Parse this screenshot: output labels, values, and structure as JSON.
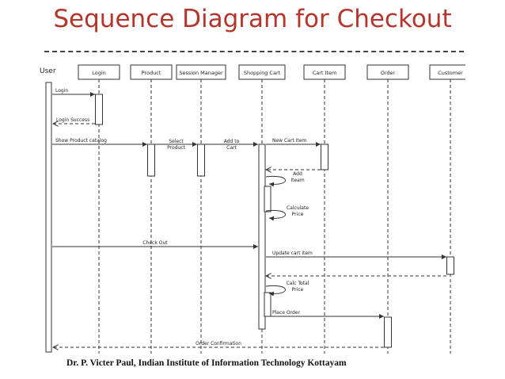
{
  "title": "Sequence Diagram for Checkout",
  "footer": "Dr. P. Victer Paul, Indian Institute of Information Technology Kottayam",
  "actor": "User",
  "lifelines": [
    "Login",
    "Product",
    "Session Manager",
    "Shopping Cart",
    "Cart Item",
    "Order",
    "Customer"
  ],
  "messages": [
    {
      "label": "Login",
      "from": "User",
      "to": "Login",
      "kind": "call"
    },
    {
      "label": "Login Success",
      "from": "Login",
      "to": "User",
      "kind": "return"
    },
    {
      "label": "Show Product catalog",
      "from": "User",
      "to": "Product",
      "kind": "call"
    },
    {
      "label": "Select Product",
      "from": "Product",
      "to": "Session Manager",
      "kind": "call"
    },
    {
      "label": "Add to Cart",
      "from": "Session Manager",
      "to": "Shopping Cart",
      "kind": "call"
    },
    {
      "label": "New Cart Item",
      "from": "Shopping Cart",
      "to": "Cart Item",
      "kind": "call"
    },
    {
      "label": "",
      "from": "Cart Item",
      "to": "Shopping Cart",
      "kind": "return"
    },
    {
      "label": "Add Iteam",
      "from": "Shopping Cart",
      "to": "Shopping Cart",
      "kind": "self"
    },
    {
      "label": "Calculate Price",
      "from": "Shopping Cart",
      "to": "Shopping Cart",
      "kind": "self"
    },
    {
      "label": "Check Out",
      "from": "User",
      "to": "Shopping Cart",
      "kind": "call"
    },
    {
      "label": "Update cart item",
      "from": "Shopping Cart",
      "to": "Customer",
      "kind": "call"
    },
    {
      "label": "",
      "from": "Customer",
      "to": "Shopping Cart",
      "kind": "return"
    },
    {
      "label": "Calc Total Price",
      "from": "Shopping Cart",
      "to": "Shopping Cart",
      "kind": "self"
    },
    {
      "label": "Place Order",
      "from": "Shopping Cart",
      "to": "Order",
      "kind": "call"
    },
    {
      "label": "Order Confirmation",
      "from": "Order",
      "to": "User",
      "kind": "return"
    }
  ],
  "colors": {
    "title": "#b5352b",
    "line": "#333333"
  }
}
